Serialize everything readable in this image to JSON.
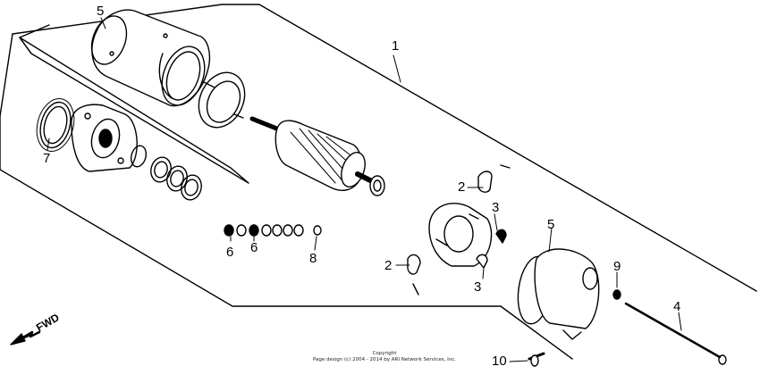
{
  "callouts": {
    "c1": "1",
    "c2a": "2",
    "c2b": "2",
    "c3a": "3",
    "c3b": "3",
    "c4": "4",
    "c5a": "5",
    "c5b": "5",
    "c6a": "6",
    "c6b": "6",
    "c7": "7",
    "c8": "8",
    "c9": "9",
    "c10": "10"
  },
  "fwd": "FWD",
  "copyright": {
    "line1": "Copyright",
    "line2": "Page design (c) 2004 - 2014 by ARI Network Services, Inc."
  }
}
